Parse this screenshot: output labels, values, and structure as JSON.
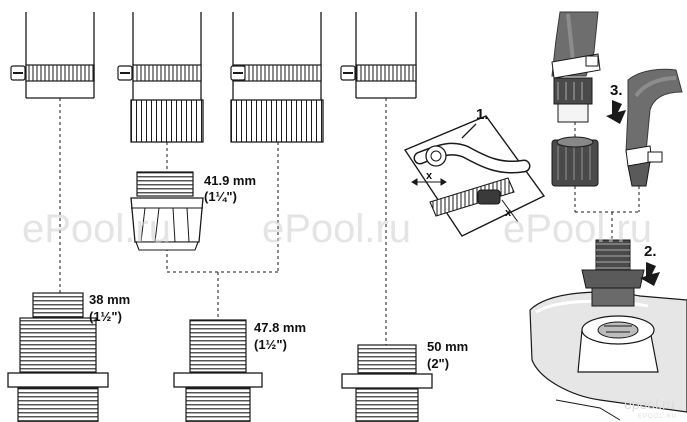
{
  "colors": {
    "ink": "#1a1a1a",
    "hose": "#6e6e6e",
    "hose_dark": "#4a4a4a",
    "pump_fill": "#e6e6e6",
    "watermark": "#cfcfcf"
  },
  "labels": {
    "fit_419_mm": "41.9 mm",
    "fit_419_in": "(1¼\")",
    "fit_38_mm": "38 mm",
    "fit_38_in": "(1½\")",
    "fit_478_mm": "47.8 mm",
    "fit_478_in": "(1½\")",
    "fit_50_mm": "50 mm",
    "fit_50_in": "(2\")"
  },
  "steps": {
    "one": "1.",
    "two": "2.",
    "three": "3."
  },
  "measure": {
    "x_left": "x",
    "x_right": "x"
  },
  "watermark": {
    "text": "ePool.ru",
    "logo": "epool.ru",
    "logo_sub": "EPOOL.RU"
  },
  "icons": [
    "hose-clamp-icon",
    "screw-icon",
    "thread-fitting-icon",
    "hose-icon",
    "pump-housing-icon",
    "gap-measure-icon",
    "arrow-down-icon"
  ]
}
